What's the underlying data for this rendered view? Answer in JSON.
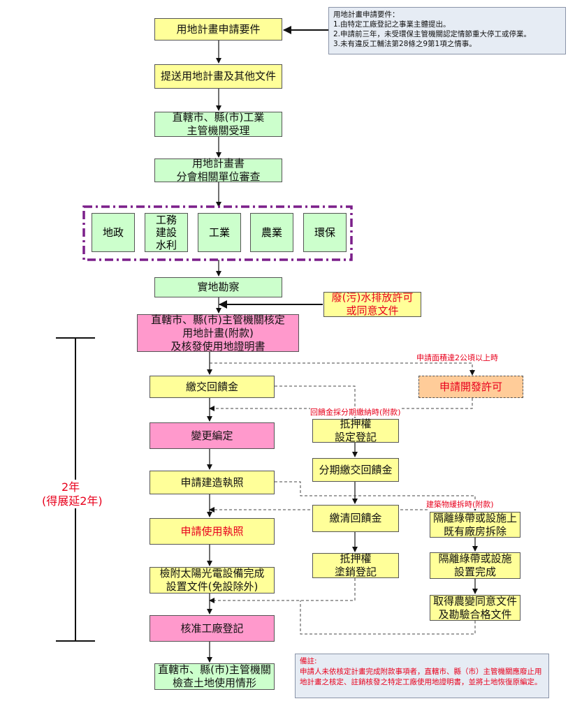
{
  "flow": {
    "apply_requirements": "用地計畫申請要件",
    "submit_plan": "提送用地計畫及其他文件",
    "authority_accept": "直轄市、縣(市)工業\n主管機關受理",
    "plan_review": "用地計畫書\n分會相關單位審查",
    "site_survey": "實地勘察",
    "approval": "直轄市、縣(市)主管機關核定\n用地計畫(附款)\n及核發使用地證明書",
    "pay_fund": "繳交回饋金",
    "rezoning": "變更編定",
    "building_permit": "申請建造執照",
    "use_permit": "申請使用執照",
    "solar_docs": "檢附太陽光電設備完成\n設置文件(免設除外)",
    "factory_registration": "核准工廠登記",
    "land_inspection": "直轄市、縣(市)主管機關\n檢查土地使用情形",
    "wastewater_permit": "廢(污)水排放許可\n或同意文件",
    "development_permit": "申請開發許可",
    "mortgage_setup": "抵押權\n設定登記",
    "installment_pay": "分期繳交回饋金",
    "pay_off_fund": "繳清回饋金",
    "mortgage_cancel": "抵押權\n塗銷登記",
    "isolation_demolish": "隔離綠帶或設施上\n既有廠房拆除",
    "isolation_complete": "隔離綠帶或設施\n設置完成",
    "agri_consent": "取得農變同意文件\n及勘驗合格文件"
  },
  "departments": [
    "地政",
    "工務\n建設\n水利",
    "工業",
    "農業",
    "環保"
  ],
  "requirements_note": {
    "title": "用地計畫申請要件：",
    "items": [
      "1.由特定工廠登記之事業主體提出。",
      "2.申請前三年，未受環保主管機關認定情節重大停工或停業。",
      "3.未有違反工輔法第28條之9第1項之情事。"
    ]
  },
  "labels": {
    "area_condition": "申請面積達2公頃以上時",
    "installment_condition": "回饋金採分期繳納時(附款)",
    "demolish_condition": "建築物緩拆時(附款)"
  },
  "timeline": {
    "years": "2年",
    "extension": "(得展延2年)"
  },
  "remark": {
    "title": "備註:",
    "text": "申請人未依核定計畫完成附款事項者，直轄市、縣（市）主管機關應廢止用地計畫之核定、註銷核發之特定工廠使用地證明書，並將土地恢復原編定。"
  },
  "colors": {
    "yellow": "#ffff99",
    "green": "#ccffcc",
    "pink": "#ff99cc",
    "orange": "#ffcc99",
    "purple_border": "#7b1f8a",
    "red_text": "#e8001c",
    "note_bg": "#e6ecf4"
  }
}
